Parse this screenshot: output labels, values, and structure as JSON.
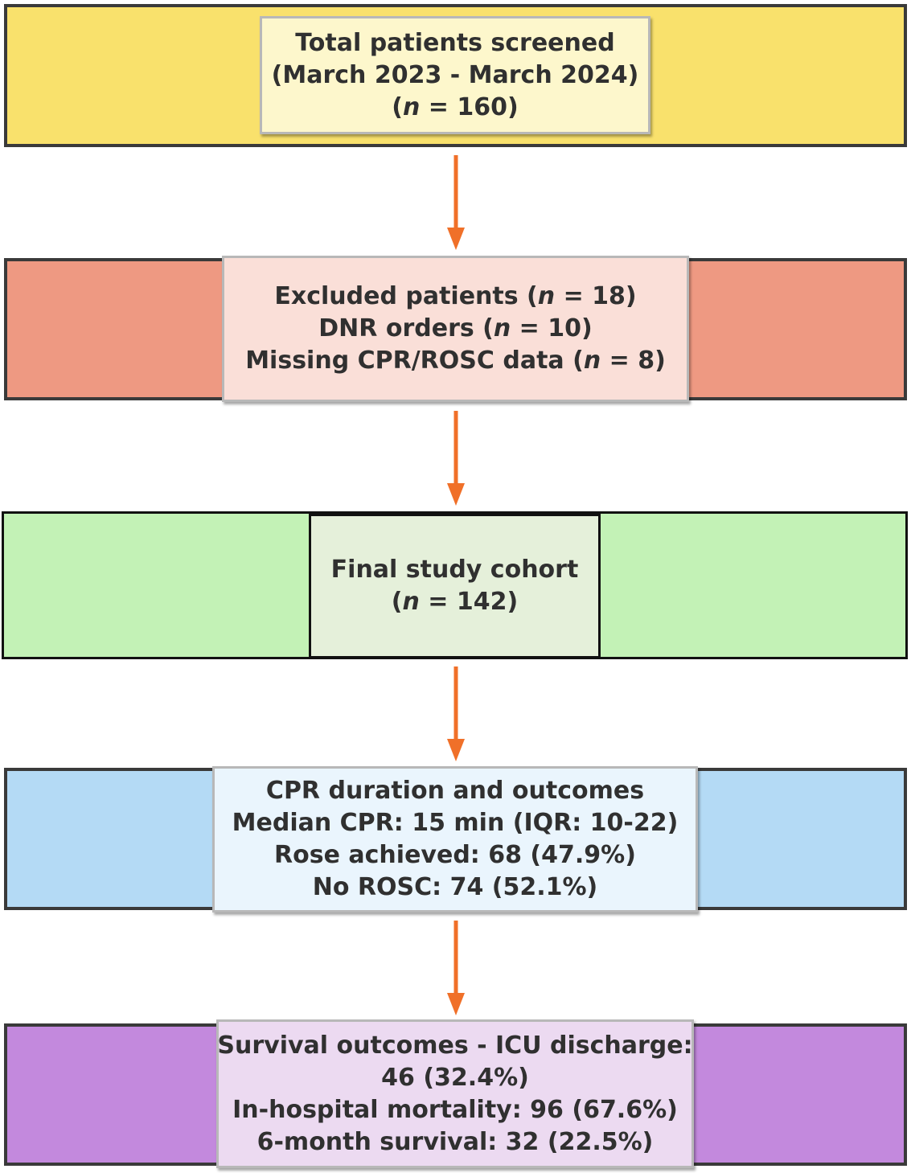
{
  "colors": {
    "arrow": "#f07029",
    "stage1_band": "#f9e16c",
    "stage1_box": "#fdf7cc",
    "stage2_band": "#ee9982",
    "stage2_box": "#fadfd8",
    "stage3_band": "#c3f2b6",
    "stage3_box": "#e5f0da",
    "stage4_band": "#b4daf5",
    "stage4_box": "#eaf5fd",
    "stage5_band": "#c389dd",
    "stage5_box": "#ecdaf1"
  },
  "stages": [
    {
      "lines": [
        {
          "text": "Total patients screened"
        },
        {
          "text": "(March 2023 - March 2024)"
        },
        {
          "pre": "(",
          "n": "n",
          "post": " = 160)"
        }
      ]
    },
    {
      "lines": [
        {
          "pre": "Excluded patients (",
          "n": "n",
          "post": " = 18)"
        },
        {
          "pre": "DNR orders (",
          "n": "n",
          "post": " = 10)"
        },
        {
          "pre": "Missing CPR/ROSC data (",
          "n": "n",
          "post": " = 8)"
        }
      ]
    },
    {
      "lines": [
        {
          "text": "Final study cohort"
        },
        {
          "pre": "(",
          "n": "n",
          "post": " = 142)"
        }
      ]
    },
    {
      "lines": [
        {
          "text": "CPR duration and outcomes"
        },
        {
          "text": "Median CPR: 15 min (IQR: 10-22)"
        },
        {
          "text": "Rose achieved: 68 (47.9%)"
        },
        {
          "text": "No ROSC: 74 (52.1%)"
        }
      ]
    },
    {
      "lines": [
        {
          "text": "Survival outcomes - ICU discharge:"
        },
        {
          "text": "46 (32.4%)"
        },
        {
          "text": "In-hospital mortality: 96 (67.6%)"
        },
        {
          "text": "6-month survival: 32 (22.5%)"
        }
      ]
    }
  ]
}
